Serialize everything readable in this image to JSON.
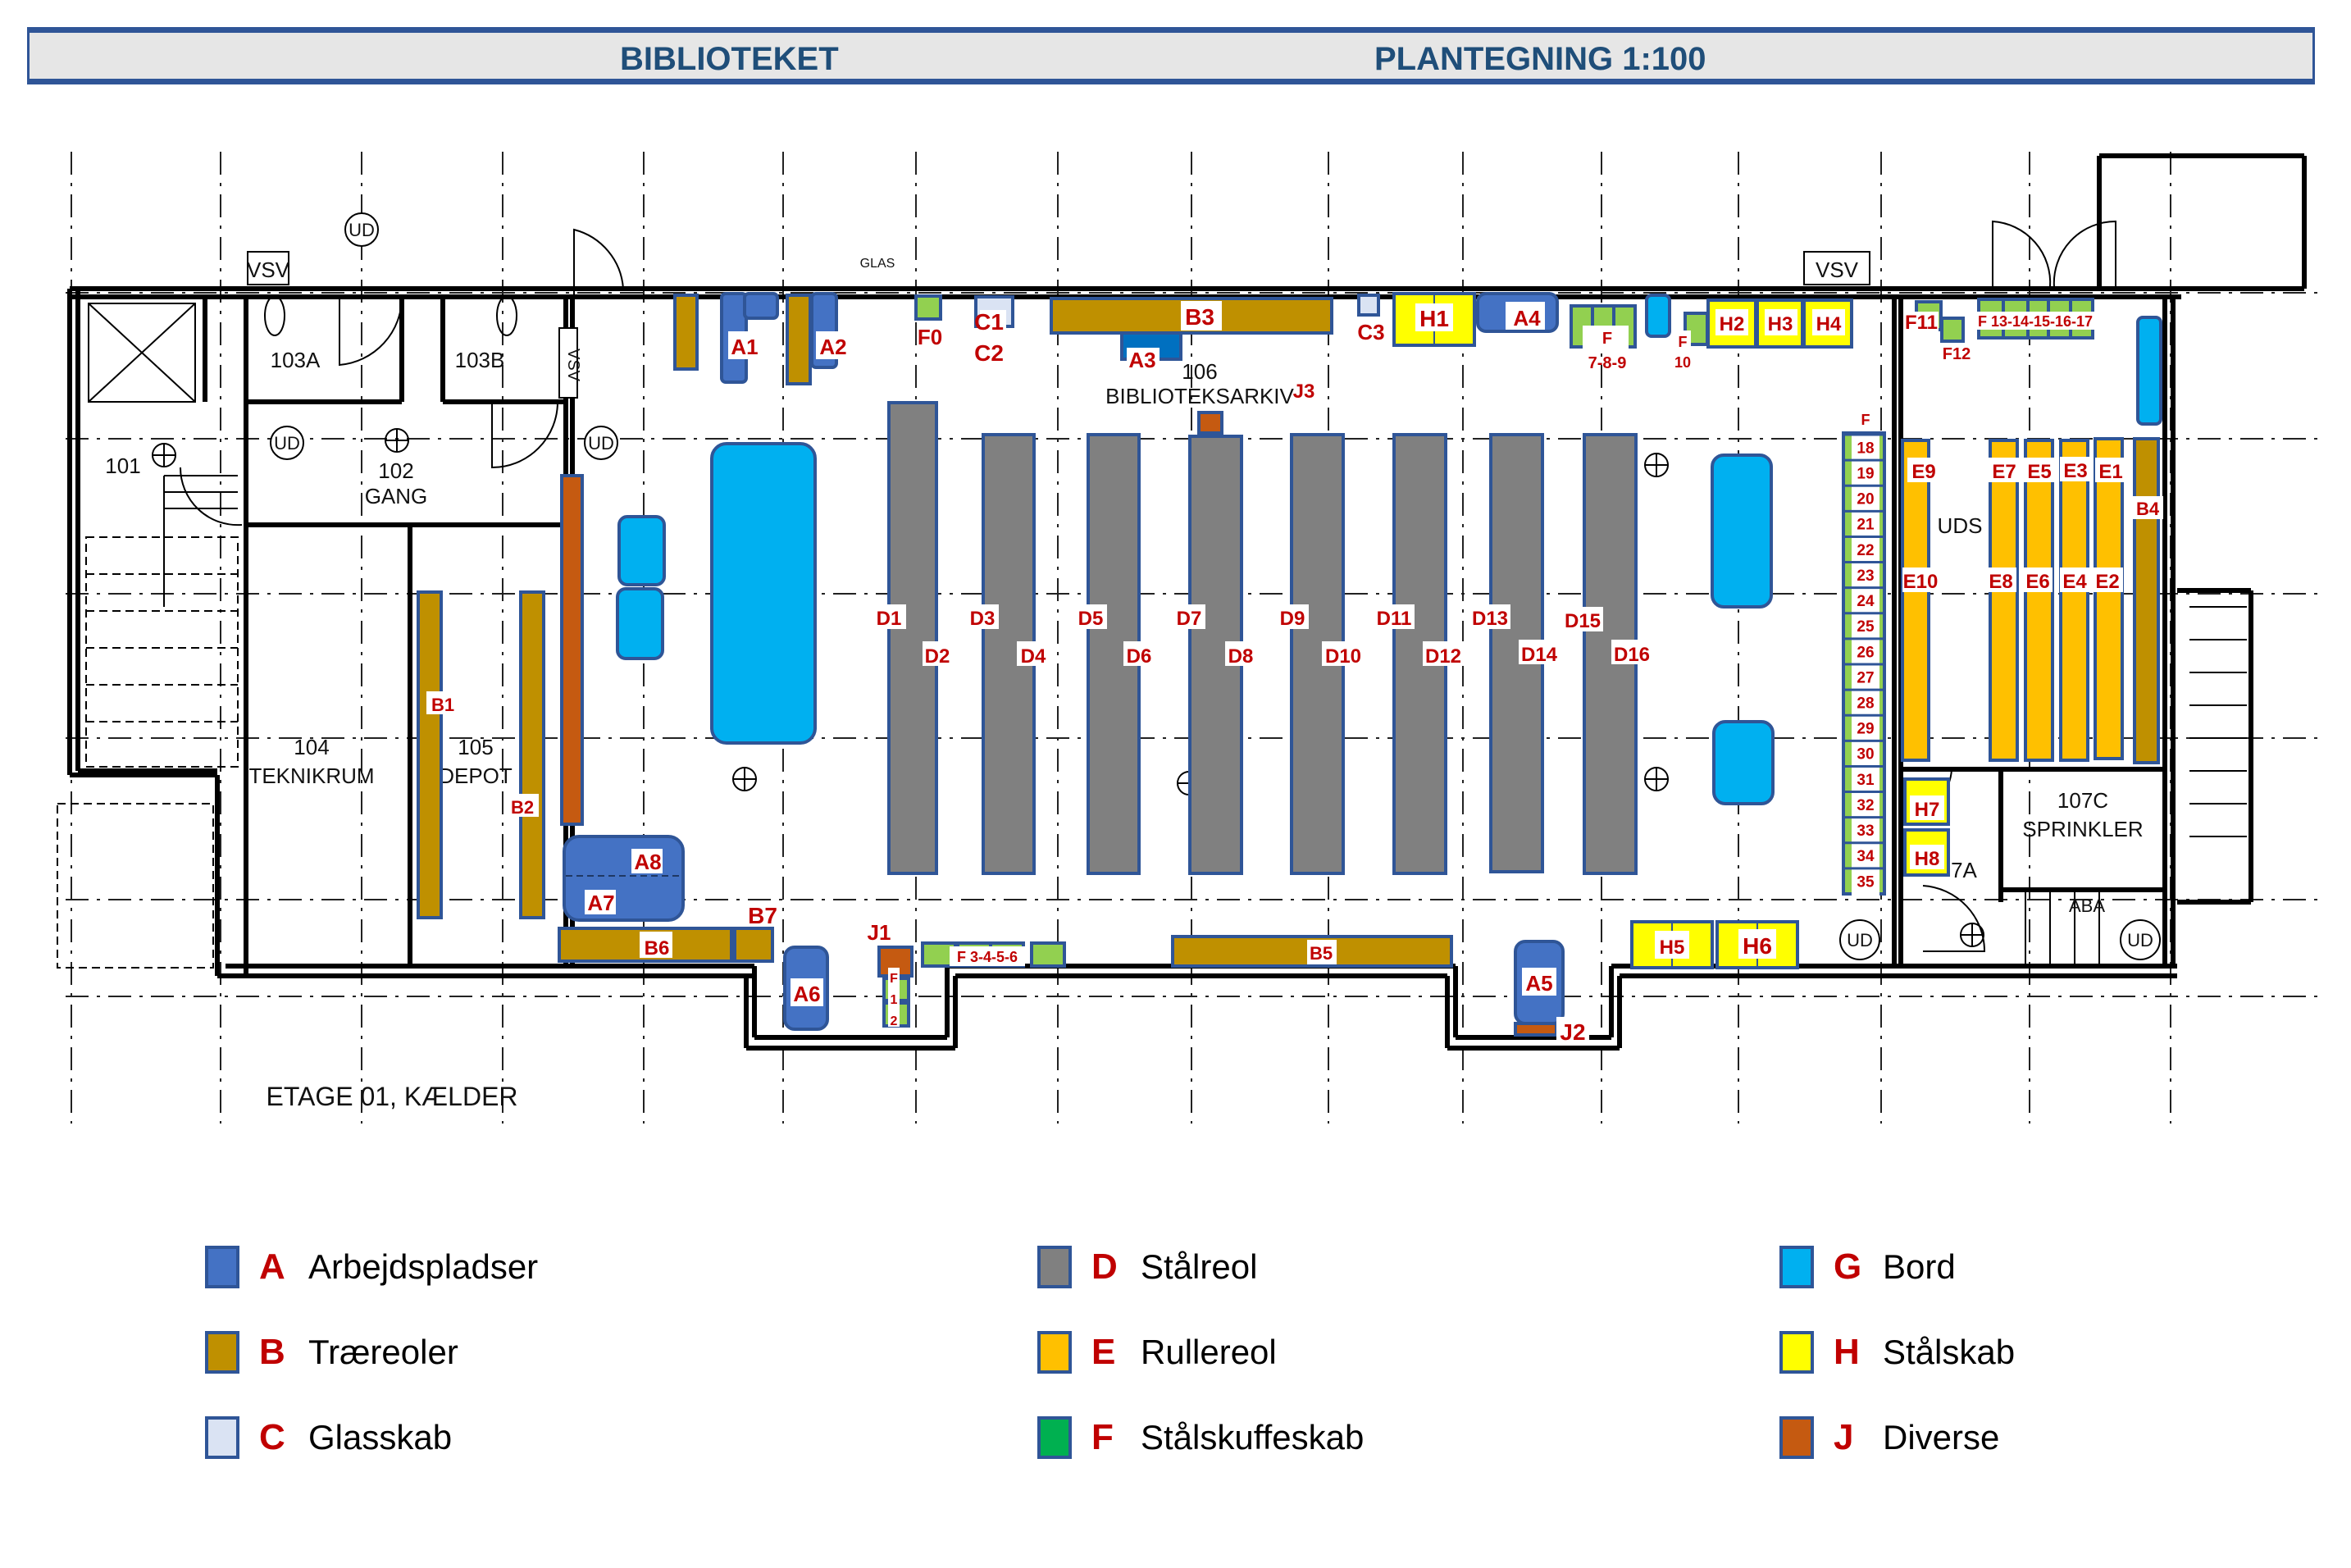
{
  "header": {
    "title_left": "BIBLIOTEKET",
    "title_right": "PLANTEGNING 1:100"
  },
  "colors": {
    "A": "#4472c4",
    "B": "#bf9000",
    "C": "#dae3f3",
    "D": "#808080",
    "E": "#ffc000",
    "F_legend": "#00b050",
    "F_plan": "#92d050",
    "G": "#00b0f0",
    "H": "#ffff00",
    "J": "#c55a11",
    "outline": "#2f5597",
    "label": "#c00000",
    "header_bg": "#e6e6e6",
    "header_text": "#1f4e79"
  },
  "rooms": {
    "r101": "101",
    "r102": "102",
    "r102_name": "GANG",
    "r103a": "103A",
    "r103b": "103B",
    "r104": "104",
    "r104_name": "TEKNIKRUM",
    "r105": "105",
    "r105_name": "DEPOT",
    "r106": "106",
    "r106_name": "BIBLIOTEKSARKIV",
    "r107a": "7A",
    "r107c": "107C",
    "r107c_name": "SPRINKLER",
    "r107_uds": "UDS",
    "aba": "ABA",
    "vsv1": "VSV",
    "vsv2": "VSV",
    "vsv3": "VSV",
    "ud": "UD",
    "glas": "GLAS",
    "floor_label": "ETAGE 01, KÆLDER"
  },
  "labels": {
    "A1": "A1",
    "A2": "A2",
    "A3": "A3",
    "A4": "A4",
    "A5": "A5",
    "A6": "A6",
    "A7": "A7",
    "A8": "A8",
    "B1": "B1",
    "B2": "B2",
    "B3": "B3",
    "B4": "B4",
    "B5": "B5",
    "B6": "B6",
    "B7": "B7",
    "C1": "C1",
    "C2": "C2",
    "C3": "C3",
    "D1": "D1",
    "D2": "D2",
    "D3": "D3",
    "D4": "D4",
    "D5": "D5",
    "D6": "D6",
    "D7": "D7",
    "D8": "D8",
    "D9": "D9",
    "D10": "D10",
    "D11": "D11",
    "D12": "D12",
    "D13": "D13",
    "D14": "D14",
    "D15": "D15",
    "D16": "D16",
    "E1": "E1",
    "E2": "E2",
    "E3": "E3",
    "E4": "E4",
    "E5": "E5",
    "E6": "E6",
    "E7": "E7",
    "E8": "E8",
    "E9": "E9",
    "E10": "E10",
    "F0": "F0",
    "F_prefix": "F",
    "F789": "7-8-9",
    "F10": "10",
    "F11": "F11",
    "F12": "F12",
    "F13_17": "F 13-14-15-16-17",
    "F3_6": "F 3-4-5-6",
    "F1": "1",
    "F2": "2",
    "F_column": [
      "18",
      "19",
      "20",
      "21",
      "22",
      "23",
      "24",
      "25",
      "26",
      "27",
      "28",
      "29",
      "30",
      "31",
      "32",
      "33",
      "34",
      "35"
    ],
    "H1": "H1",
    "H2": "H2",
    "H3": "H3",
    "H4": "H4",
    "H5": "H5",
    "H6": "H6",
    "H7": "H7",
    "H8": "H8",
    "J1": "J1",
    "J2": "J2",
    "J3": "J3"
  },
  "legend": [
    {
      "letter": "A",
      "text": "Arbejdspladser",
      "color": "#4472c4"
    },
    {
      "letter": "B",
      "text": "Træreoler",
      "color": "#bf9000"
    },
    {
      "letter": "C",
      "text": "Glasskab",
      "color": "#dae3f3"
    },
    {
      "letter": "D",
      "text": "Stålreol",
      "color": "#808080"
    },
    {
      "letter": "E",
      "text": "Rullereol",
      "color": "#ffc000"
    },
    {
      "letter": "F",
      "text": "Stålskuffeskab",
      "color": "#00b050"
    },
    {
      "letter": "G",
      "text": "Bord",
      "color": "#00b0f0"
    },
    {
      "letter": "H",
      "text": "Stålskab",
      "color": "#ffff00"
    },
    {
      "letter": "J",
      "text": "Diverse",
      "color": "#c55a11"
    }
  ]
}
